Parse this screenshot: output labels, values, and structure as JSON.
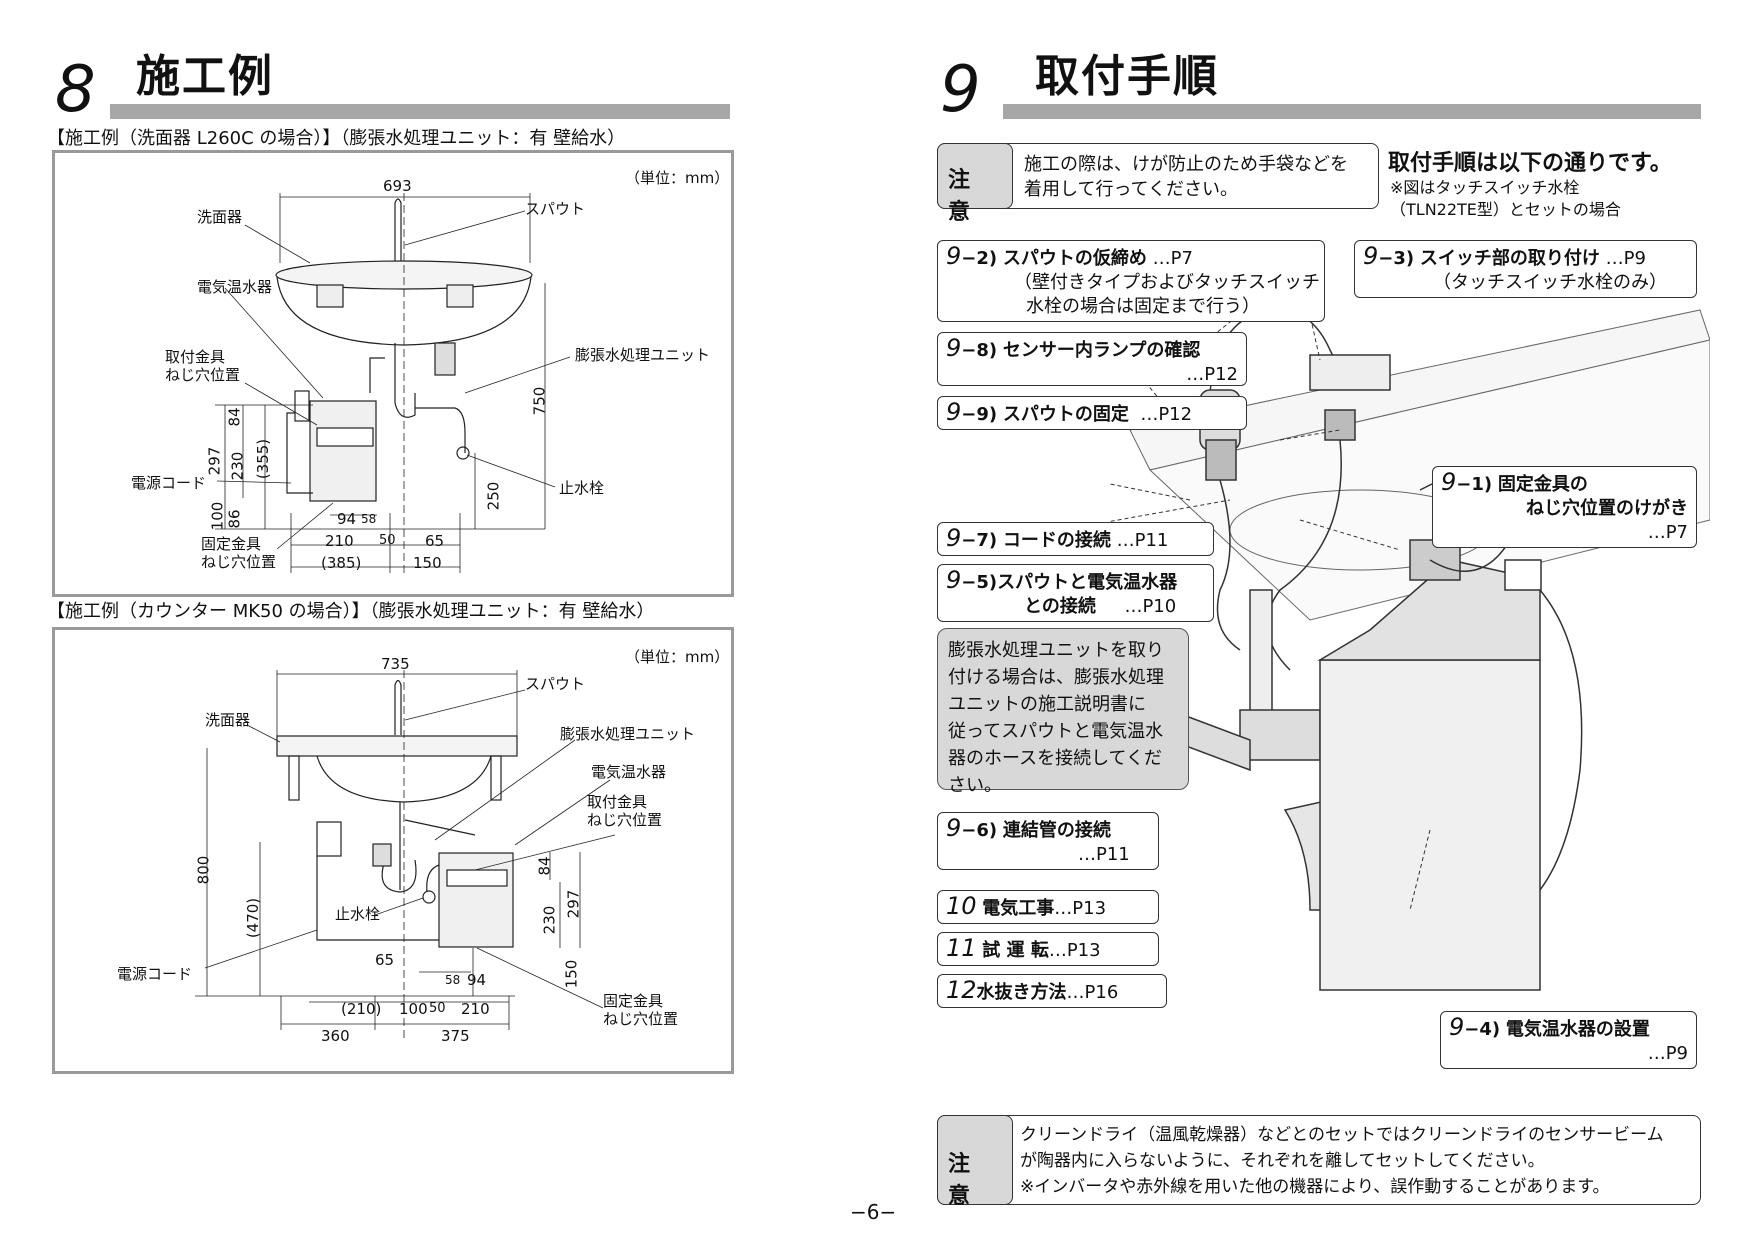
{
  "left": {
    "section_number": "8",
    "section_title": "施工例",
    "example1": {
      "caption": "【施工例（洗面器 L260C の場合）】（膨張水処理ユニット：有 壁給水）",
      "unit": "（単位：mm）",
      "labels": {
        "basin": "洗面器",
        "spout": "スパウト",
        "heater": "電気温水器",
        "bracket1": "取付金具",
        "bracket2": "ねじ穴位置",
        "expansion": "膨張水処理ユニット",
        "cord": "電源コード",
        "stop_valve": "止水栓",
        "fix1": "固定金具",
        "fix2": "ねじ穴位置"
      },
      "dims": {
        "w693": "693",
        "h750": "750",
        "h84": "84",
        "h297": "297",
        "h230": "230",
        "h355": "(355)",
        "h250": "250",
        "h100": "100",
        "h86": "86",
        "w94": "94",
        "w58": "58",
        "w210": "210",
        "w50": "50",
        "w65": "65",
        "w385": "(385)",
        "w150": "150"
      }
    },
    "example2": {
      "caption": "【施工例（カウンター MK50 の場合）】（膨張水処理ユニット：有 壁給水）",
      "unit": "（単位：mm）",
      "labels": {
        "basin": "洗面器",
        "spout": "スパウト",
        "expansion": "膨張水処理ユニット",
        "heater": "電気温水器",
        "bracket1": "取付金具",
        "bracket2": "ねじ穴位置",
        "stop_valve": "止水栓",
        "cord": "電源コード",
        "fix1": "固定金具",
        "fix2": "ねじ穴位置"
      },
      "dims": {
        "w735": "735",
        "h800": "800",
        "h470": "(470)",
        "h84": "84",
        "h297": "297",
        "h230": "230",
        "w65": "65",
        "w58": "58",
        "w94": "94",
        "h150": "150",
        "w210p": "(210)",
        "w100": "100",
        "w50": "50",
        "w210": "210",
        "w360": "360",
        "w375": "375"
      }
    }
  },
  "right": {
    "section_number": "9",
    "section_title": "取付手順",
    "caution1": {
      "tag": "注 意",
      "line1": "施工の際は、けが防止のため手袋などを",
      "line2": "着用して行ってください。"
    },
    "intro": {
      "title": "取付手順は以下の通りです。",
      "note1": "※図はタッチスイッチ水栓",
      "note2": "（TLN22TE型）とセットの場合"
    },
    "steps": {
      "s2": {
        "num": "9",
        "code": "−2)",
        "title": "スパウトの仮締め",
        "page": "…P7",
        "sub1": "（壁付きタイプおよびタッチスイッチ",
        "sub2": "水栓の場合は固定まで行う）"
      },
      "s3": {
        "num": "9",
        "code": "−3)",
        "title": "スイッチ部の取り付け",
        "page": "…P9",
        "sub1": "（タッチスイッチ水栓のみ）"
      },
      "s8": {
        "num": "9",
        "code": "−8)",
        "title": "センサー内ランプの確認",
        "page": "…P12"
      },
      "s9": {
        "num": "9",
        "code": "−9)",
        "title": "スパウトの固定",
        "page": "…P12"
      },
      "s1": {
        "num": "9",
        "code": "−1)",
        "title": "固定金具の",
        "title2": "ねじ穴位置のけがき",
        "page": "…P7"
      },
      "s7": {
        "num": "9",
        "code": "−7)",
        "title": "コードの接続",
        "page": "…P11"
      },
      "s5": {
        "num": "9",
        "code": "−5)",
        "title": "スパウトと電気温水器",
        "title2": "との接続",
        "page": "…P10"
      },
      "s6": {
        "num": "9",
        "code": "−6)",
        "title": "連結管の接続",
        "page": "…P11"
      },
      "s10": {
        "num": "10",
        "title": "電気工事",
        "page": "…P13"
      },
      "s11": {
        "num": "11",
        "title": "試 運 転",
        "page": "…P13"
      },
      "s12": {
        "num": "12",
        "title": "水抜き方法",
        "page": "…P16"
      },
      "s4": {
        "num": "9",
        "code": "−4)",
        "title": "電気温水器の設置",
        "page": "…P9"
      }
    },
    "gray_note": [
      "膨張水処理ユニットを取り",
      "付ける場合は、膨張水処理",
      "ユニットの施工説明書に",
      "従ってスパウトと電気温水",
      "器のホースを接続してくだ",
      "さい。"
    ],
    "caution2": {
      "tag": "注 意",
      "line1": "クリーンドライ（温風乾燥器）などとのセットではクリーンドライのセンサービーム",
      "line2": "が陶器内に入らないように、それぞれを離してセットしてください。",
      "line3": "※インバータや赤外線を用いた他の機器により、誤作動することがあります。"
    }
  },
  "page_number": "−6−"
}
